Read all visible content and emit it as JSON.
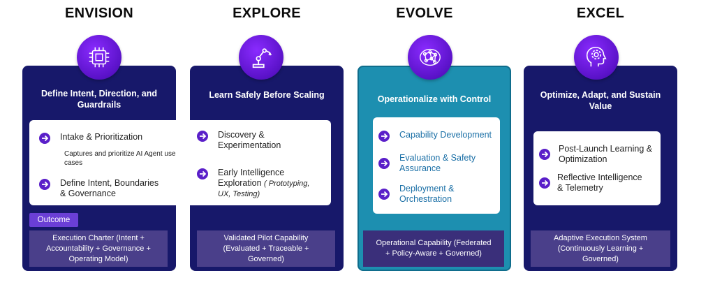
{
  "phases": [
    {
      "title": "ENVISION",
      "heading_line1": "Define Intent, Direction, and",
      "heading_line2": "Guardrails",
      "icon": "chip-icon",
      "items": [
        {
          "label": "Intake & Prioritization",
          "detail": "Captures and prioritize AI Agent use cases"
        },
        {
          "label_line1": "Define Intent, Boundaries",
          "label_line2": "& Governance"
        }
      ],
      "outcome_label": "Outcome",
      "banner_line1": "Execution Charter (Intent +",
      "banner_line2": "Accountability + Governance +",
      "banner_line3": "Operating Model)"
    },
    {
      "title": "EXPLORE",
      "heading_line1": "Learn Safely Before Scaling",
      "icon": "robot-arm-icon",
      "items": [
        {
          "label_line1": "Discovery &",
          "label_line2": "Experimentation"
        },
        {
          "label_line1": "Early Intelligence",
          "label_line2": "Exploration",
          "note_line1": "( Prototyping,",
          "note_line2": "UX, Testing)"
        }
      ],
      "banner_line1": "Validated Pilot Capability",
      "banner_line2": "(Evaluated + Traceable +",
      "banner_line3": "Governed)"
    },
    {
      "title": "EVOLVE",
      "heading_line1": "Operationalize with Control",
      "icon": "neural-network-icon",
      "items": [
        {
          "label": "Capability Development"
        },
        {
          "label_line1": "Evaluation & Safety",
          "label_line2": "Assurance"
        },
        {
          "label_line1": "Deployment &",
          "label_line2": "Orchestration"
        }
      ],
      "banner_line1": "Operational Capability (Federated",
      "banner_line2": "+ Policy-Aware + Governed)"
    },
    {
      "title": "EXCEL",
      "heading_line1": "Optimize, Adapt, and Sustain",
      "heading_line2": "Value",
      "icon": "head-gear-icon",
      "items": [
        {
          "label_line1": "Post-Launch Learning &",
          "label_line2": "Optimization"
        },
        {
          "label_line1": "Reflective Intelligence",
          "label_line2": "& Telemetry"
        }
      ],
      "banner_line1": "Adaptive Execution System",
      "banner_line2": "(Continuously Learning +",
      "banner_line3": "Governed)"
    }
  ],
  "colors": {
    "card_dark": "#17186a",
    "card_teal": "#1d8fb0",
    "icon_purple": "#6a1ee0",
    "arrow_purple": "#5a1fc9",
    "banner": "#4a3f8a",
    "outcome_tag": "#6b3fd6"
  }
}
